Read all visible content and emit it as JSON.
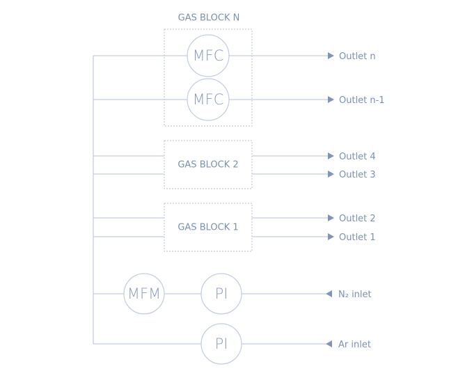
{
  "blocks": {
    "n": "GAS BLOCK N",
    "b2": "GAS BLOCK 2",
    "b1": "GAS BLOCK 1"
  },
  "components": {
    "mfc_top": "MFC",
    "mfc_bottom": "MFC",
    "mfm": "MFM",
    "pi_n2": "PI",
    "pi_ar": "PI"
  },
  "outlets": [
    "Outlet n",
    "Outlet n-1",
    "Outlet 4",
    "Outlet 3",
    "Outlet 2",
    "Outlet 1"
  ],
  "inlets": [
    "N₂ inlet",
    "Ar inlet"
  ],
  "colors": {
    "line": "#c5cfe0",
    "text": "#7d90b0",
    "arrow": "#8095b5"
  }
}
